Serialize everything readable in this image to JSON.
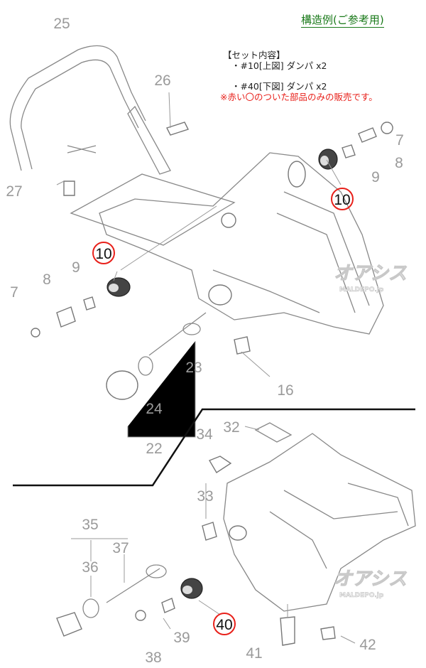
{
  "title": "構造例(ご参考用)",
  "set_contents": {
    "heading": "【セット内容】",
    "items": [
      "・#10[上図] ダンパ x2",
      "・#40[下図] ダンパ x2"
    ]
  },
  "note": "※赤い〇のついた部品のみの販売です。",
  "watermark": {
    "logo": "オアシス",
    "site": "MALDEPO.jp"
  },
  "colors": {
    "highlight": "#e8201a",
    "title": "#1a7a1a"
  },
  "labels_upper": {
    "l25": "25",
    "l26": "26",
    "l27": "27",
    "l7a": "7",
    "l8a": "8",
    "l9a": "9",
    "l10a": "10",
    "l10b": "10",
    "l9b": "9",
    "l8b": "8",
    "l7b": "7",
    "l23": "23",
    "l16": "16",
    "l24": "24",
    "l22": "22"
  },
  "labels_lower": {
    "l34": "34",
    "l32": "32",
    "l33": "33",
    "l35": "35",
    "l37": "37",
    "l36": "36",
    "l40": "40",
    "l39": "39",
    "l38": "38",
    "l41": "41",
    "l42": "42"
  }
}
